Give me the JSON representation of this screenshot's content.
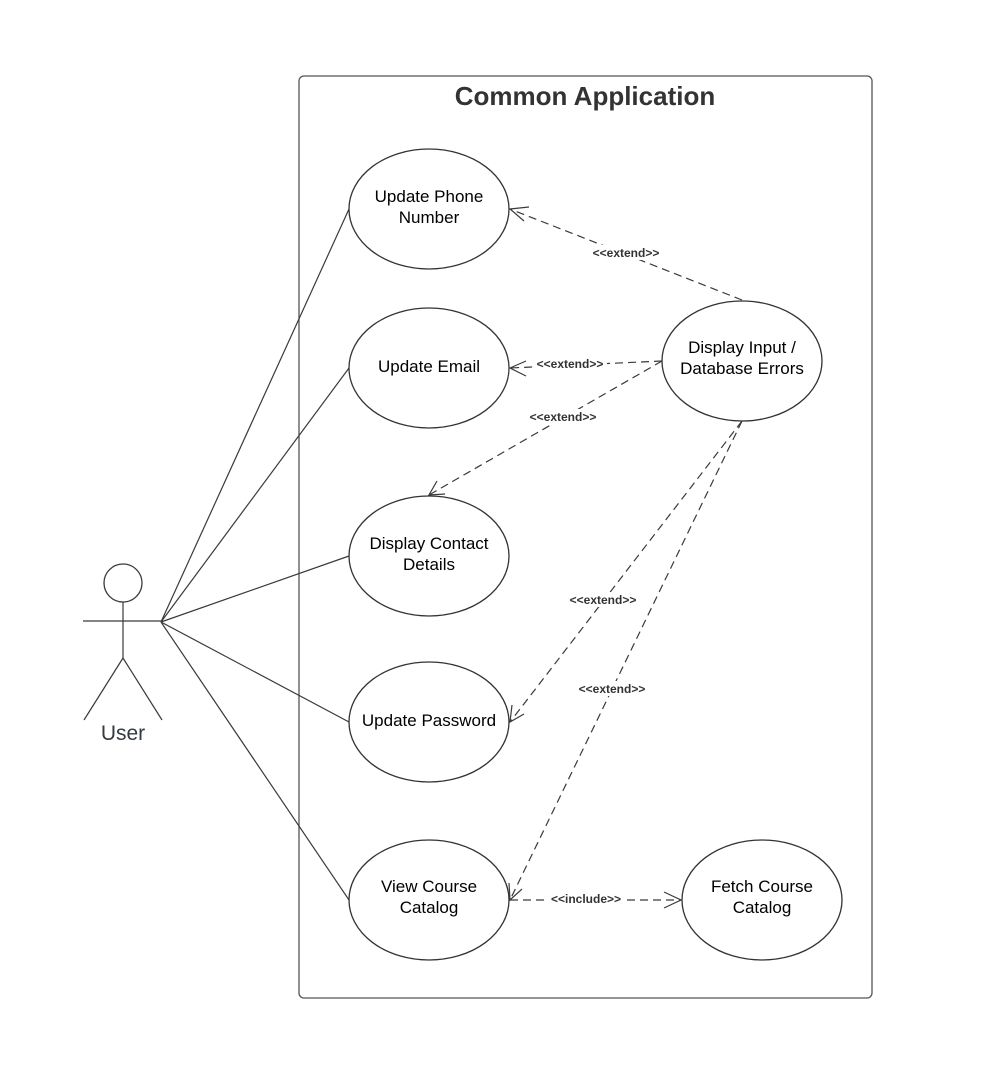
{
  "system": {
    "title": "Common Application"
  },
  "actor": {
    "label": "User"
  },
  "use_cases": {
    "update_phone": [
      "Update Phone",
      "Number"
    ],
    "update_email": [
      "Update Email"
    ],
    "display_contact": [
      "Display Contact",
      "Details"
    ],
    "update_password": [
      "Update Password"
    ],
    "view_catalog": [
      "View Course",
      "Catalog"
    ],
    "display_errors": [
      "Display Input /",
      "Database Errors"
    ],
    "fetch_catalog": [
      "Fetch Course",
      "Catalog"
    ]
  },
  "relations": {
    "extend": "<<extend>>",
    "include": "<<include>>"
  }
}
